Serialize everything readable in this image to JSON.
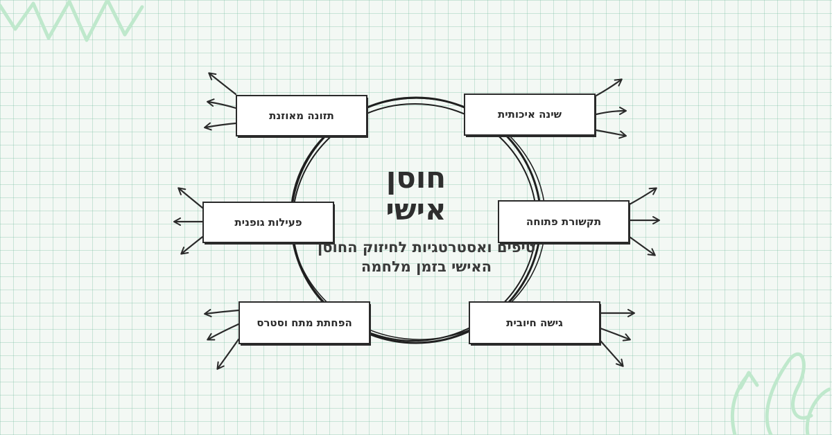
{
  "title": "חוסן אישי",
  "subtitle": "טיפים ואסטרטגיות לחיזוק החוסן האישי בזמן מלחמה",
  "boxes": [
    {
      "id": "sleep",
      "label": "שינה איכותית",
      "highlight": "#f9b48a"
    },
    {
      "id": "nutrition",
      "label": "תזונה מאוזנת",
      "highlight": "#f7ec8a"
    },
    {
      "id": "communication",
      "label": "תקשורת פתוחה",
      "highlight": "#f7a8d6"
    },
    {
      "id": "activity",
      "label": "פעילות גופנית",
      "highlight": "#f28a8a"
    },
    {
      "id": "positive",
      "label": "גישה חיובית",
      "highlight": "#a9e6cf"
    },
    {
      "id": "stress",
      "label": "הפחתת מתח וסטרס",
      "highlight": "#a9e3dd"
    }
  ]
}
